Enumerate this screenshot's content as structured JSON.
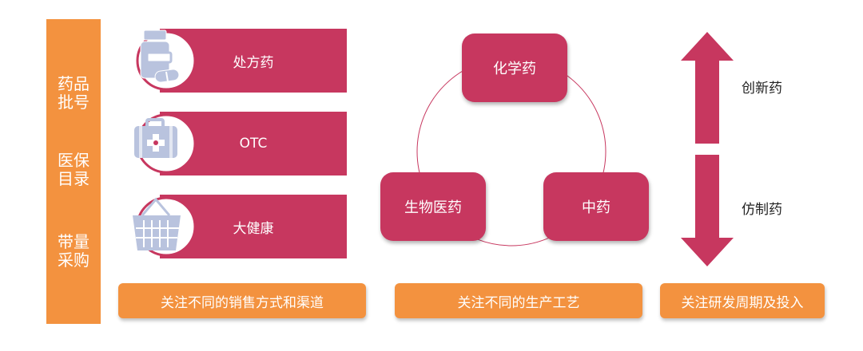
{
  "sidebar": {
    "items": [
      "药品\n批号",
      "医保\n目录",
      "带量\n采购"
    ]
  },
  "channels": {
    "items": [
      {
        "label": "处方药",
        "icon": "pill-bottle-icon"
      },
      {
        "label": "OTC",
        "icon": "first-aid-kit-icon"
      },
      {
        "label": "大健康",
        "icon": "shopping-basket-icon"
      }
    ]
  },
  "production": {
    "items": [
      "化学药",
      "生物医药",
      "中药"
    ]
  },
  "innovation": {
    "top": "创新药",
    "bottom": "仿制药"
  },
  "footer": {
    "tags": [
      "关注不同的销售方式和渠道",
      "关注不同的生产工艺",
      "关注研发周期及投入"
    ]
  },
  "colors": {
    "accent": "#C7375F",
    "orange": "#F3923F",
    "icon": "#B9C3DE"
  }
}
